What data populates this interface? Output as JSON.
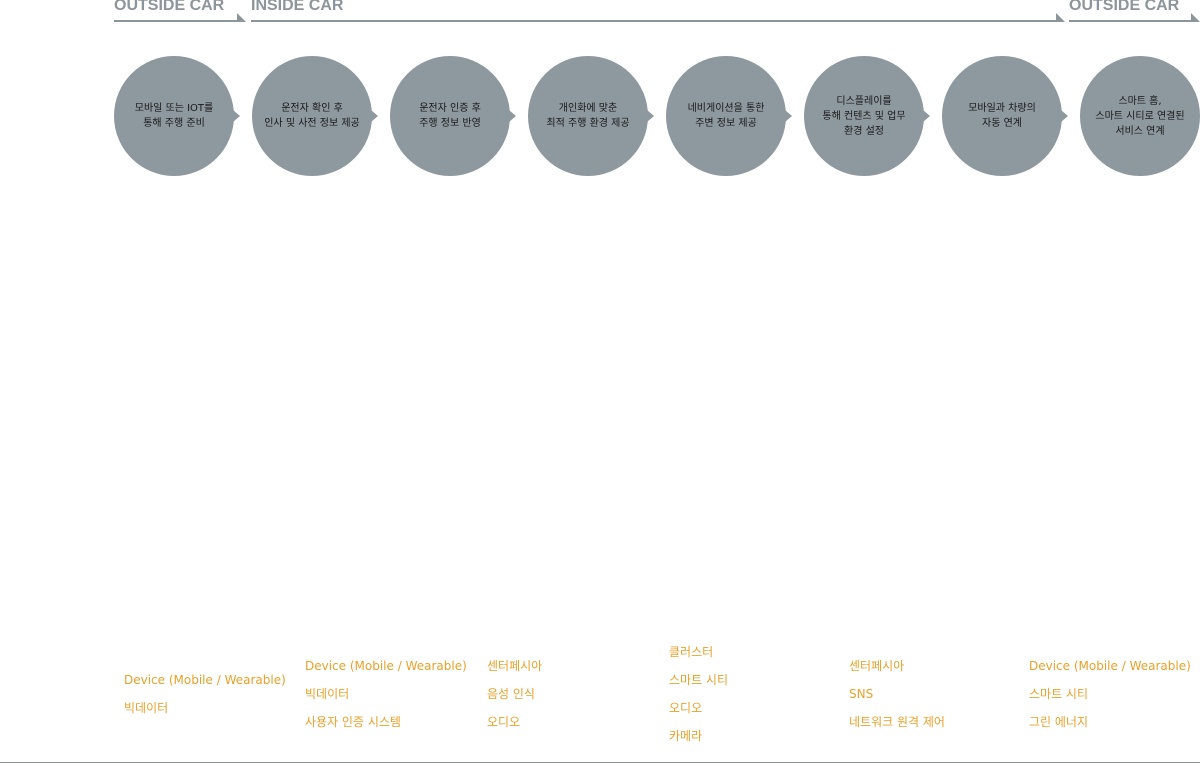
{
  "sections": [
    {
      "label": "OUTSIDE CAR"
    },
    {
      "label": "INSIDE CAR"
    },
    {
      "label": "OUTSIDE CAR"
    }
  ],
  "steps": [
    {
      "text": "모바일 또는 IOT를\n통해 주행 준비"
    },
    {
      "text": "운전자 확인 후\n인사 및 사전 정보 제공"
    },
    {
      "text": "운전자 인증 후\n주행 정보 반영"
    },
    {
      "text": "개인화에 맞춘\n최적 주행 환경 제공"
    },
    {
      "text": "네비게이션을 통한\n주변 정보 제공"
    },
    {
      "text": "디스플레이를\n통해 컨텐츠 및 업무\n환경 설정"
    },
    {
      "text": "모바일과 차량의\n자동 연계"
    },
    {
      "text": "스마트 홈,\n스마트 시티로 연결된\n서비스 연계"
    }
  ],
  "technologies": [
    {
      "items": [
        "Device (Mobile / Wearable)",
        "빅데이터"
      ]
    },
    {
      "items": [
        "Device (Mobile / Wearable)",
        "빅데이터",
        "사용자 인증 시스템"
      ]
    },
    {
      "items": [
        "센터페시아",
        "음성 인식",
        "오디오"
      ]
    },
    {
      "items": [
        "클러스터",
        "스마트 시티",
        "오디오",
        "카메라"
      ]
    },
    {
      "items": [
        "센터페시아",
        "SNS",
        "네트워크 원격 제어"
      ]
    },
    {
      "items": [
        "Device (Mobile / Wearable)",
        "스마트 시티",
        "그린 에너지"
      ]
    }
  ],
  "colors": {
    "section": "#8c959b",
    "circle": "#8e989f",
    "circle_text": "#1a1a1a",
    "tech_text": "#e9a12a"
  }
}
